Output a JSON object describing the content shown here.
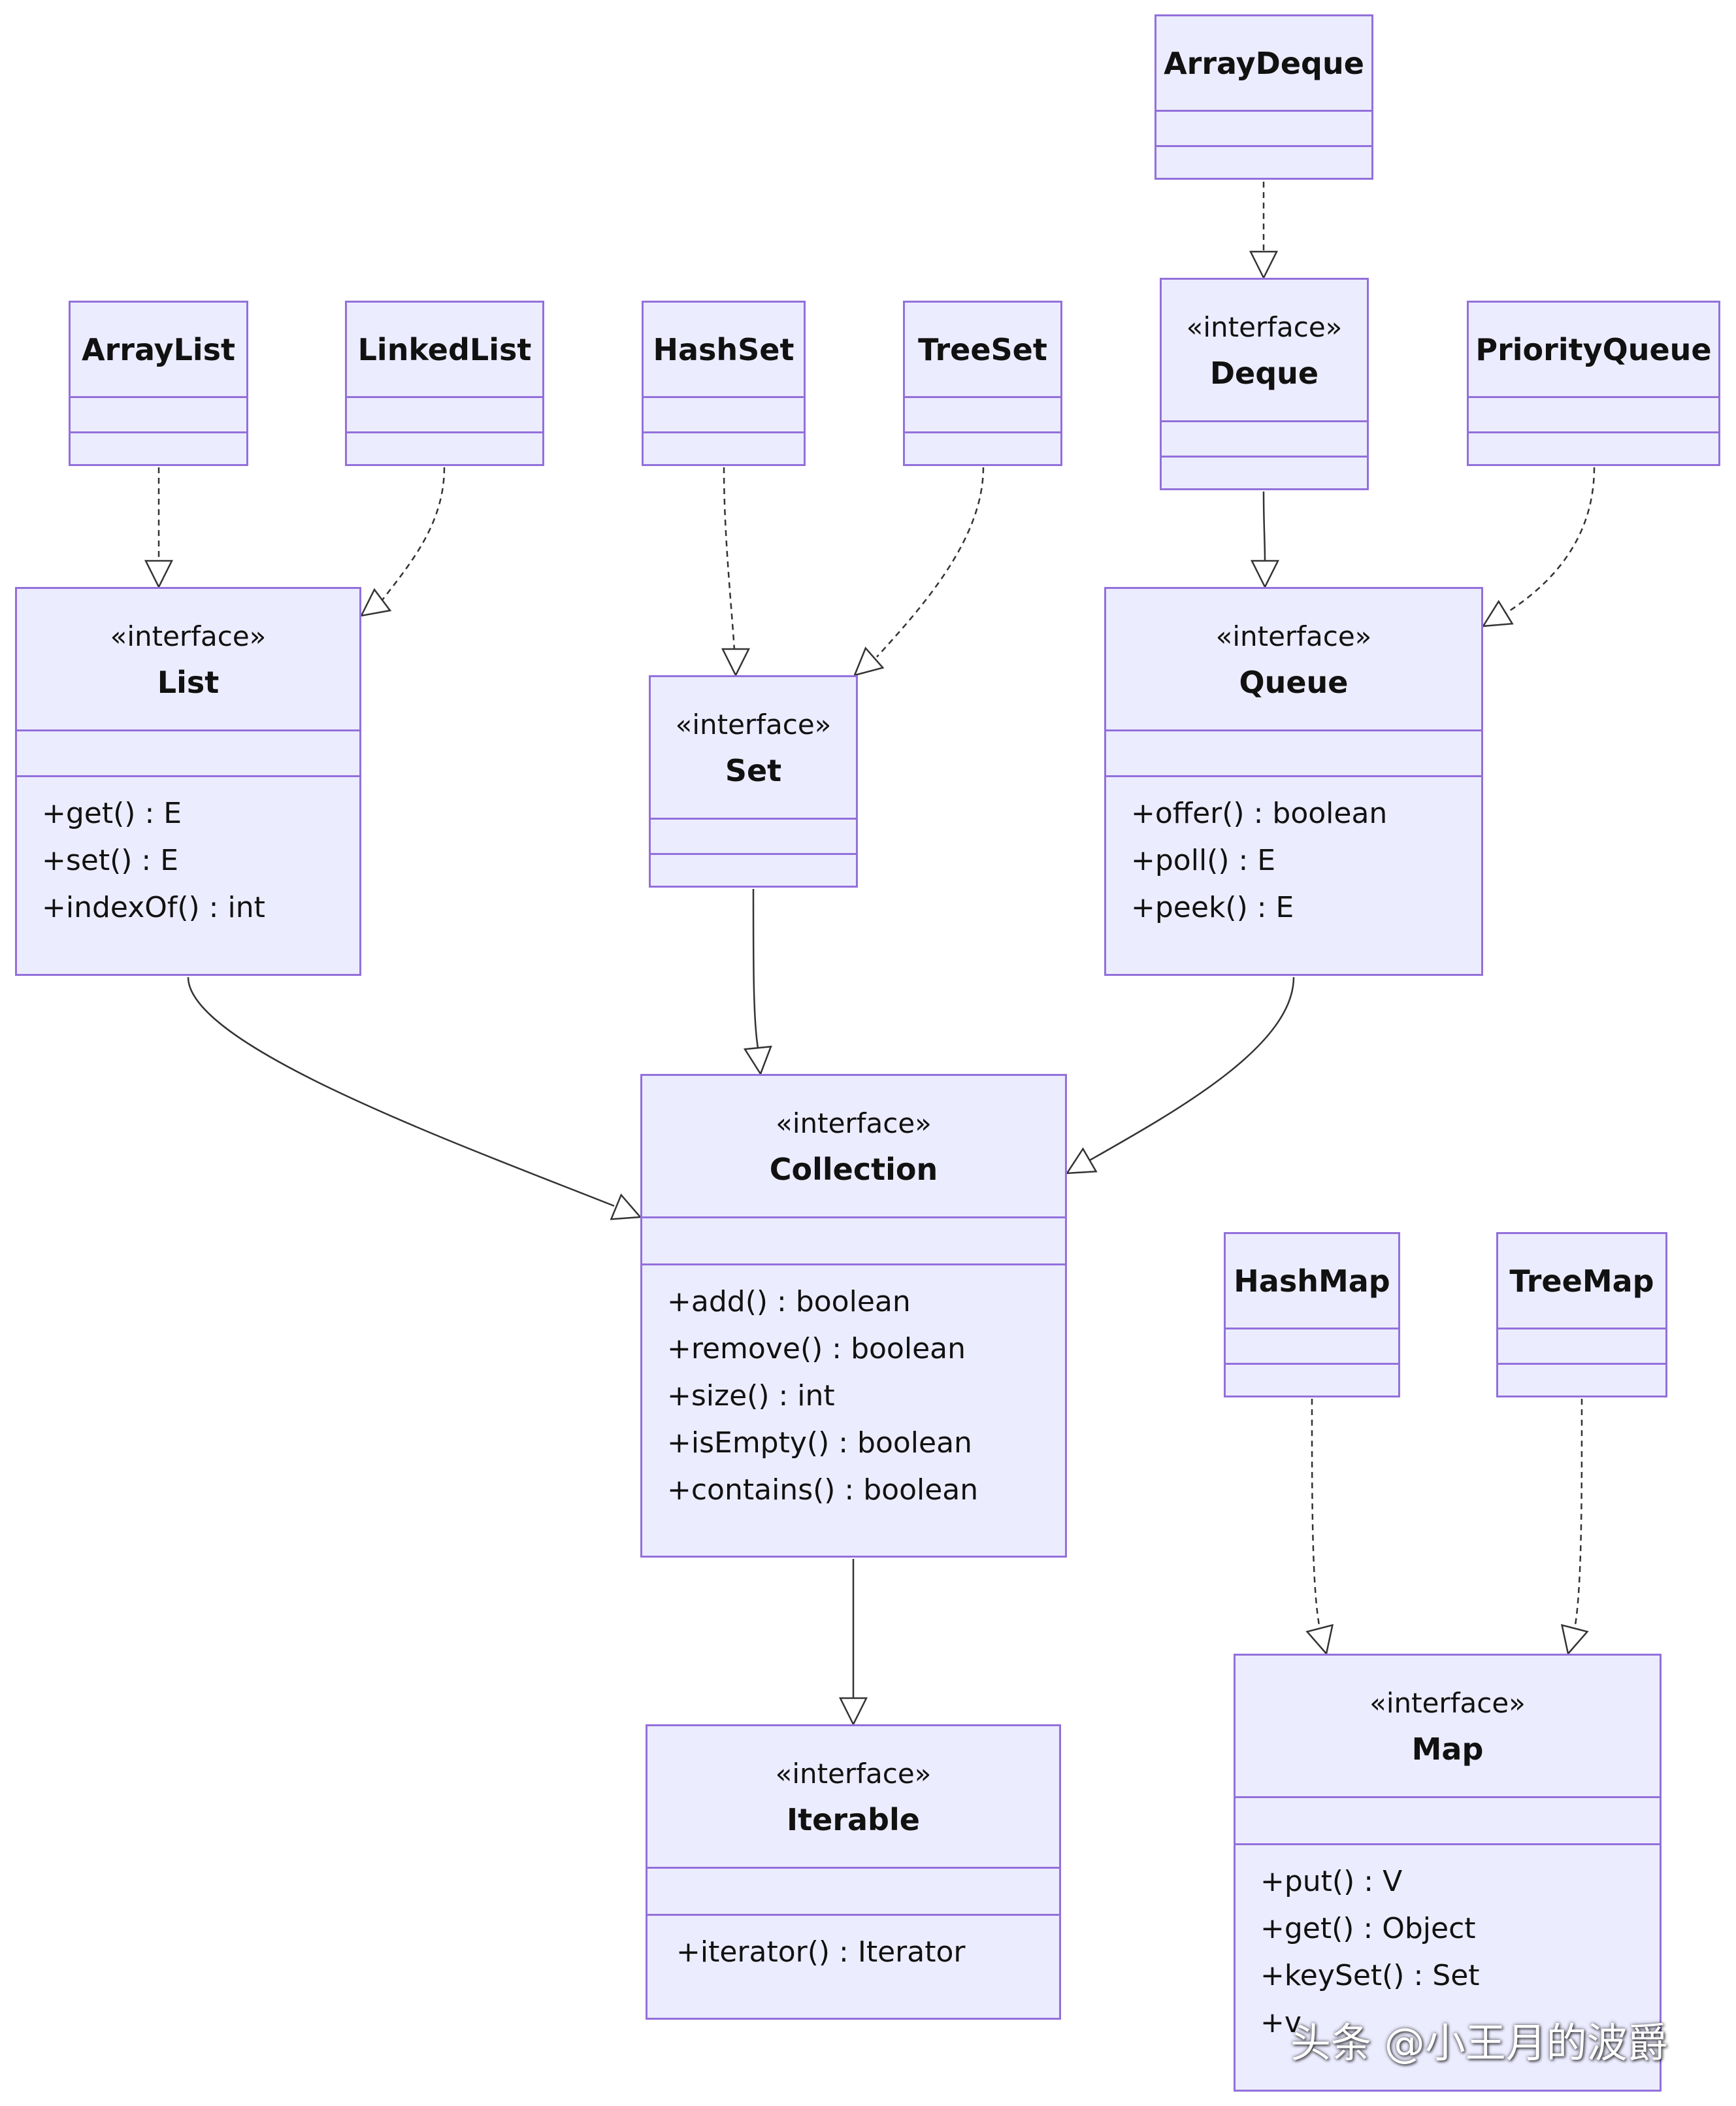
{
  "classes": {
    "arraydeque": {
      "name": "ArrayDeque"
    },
    "arraylist": {
      "name": "ArrayList"
    },
    "linkedlist": {
      "name": "LinkedList"
    },
    "hashset": {
      "name": "HashSet"
    },
    "treeset": {
      "name": "TreeSet"
    },
    "deque": {
      "stereotype": "«interface»",
      "name": "Deque"
    },
    "priorityqueue": {
      "name": "PriorityQueue"
    },
    "list": {
      "stereotype": "«interface»",
      "name": "List",
      "methods": [
        "+get() : E",
        "+set() : E",
        "+indexOf() : int"
      ]
    },
    "set": {
      "stereotype": "«interface»",
      "name": "Set"
    },
    "queue": {
      "stereotype": "«interface»",
      "name": "Queue",
      "methods": [
        "+offer() : boolean",
        "+poll() : E",
        "+peek() : E"
      ]
    },
    "collection": {
      "stereotype": "«interface»",
      "name": "Collection",
      "methods": [
        "+add() : boolean",
        "+remove() : boolean",
        "+size() : int",
        "+isEmpty() : boolean",
        "+contains() : boolean"
      ]
    },
    "hashmap": {
      "name": "HashMap"
    },
    "treemap": {
      "name": "TreeMap"
    },
    "iterable": {
      "stereotype": "«interface»",
      "name": "Iterable",
      "methods": [
        "+iterator() : Iterator"
      ]
    },
    "map": {
      "stereotype": "«interface»",
      "name": "Map",
      "methods": [
        "+put() : V",
        "+get() : Object",
        "+keySet() : Set",
        "+v"
      ]
    }
  },
  "relations": [
    {
      "from": "ArrayDeque",
      "to": "Deque",
      "kind": "realization"
    },
    {
      "from": "ArrayList",
      "to": "List",
      "kind": "realization"
    },
    {
      "from": "LinkedList",
      "to": "List",
      "kind": "realization"
    },
    {
      "from": "HashSet",
      "to": "Set",
      "kind": "realization"
    },
    {
      "from": "TreeSet",
      "to": "Set",
      "kind": "realization"
    },
    {
      "from": "Deque",
      "to": "Queue",
      "kind": "inheritance"
    },
    {
      "from": "PriorityQueue",
      "to": "Queue",
      "kind": "realization"
    },
    {
      "from": "List",
      "to": "Collection",
      "kind": "inheritance"
    },
    {
      "from": "Set",
      "to": "Collection",
      "kind": "inheritance"
    },
    {
      "from": "Queue",
      "to": "Collection",
      "kind": "inheritance"
    },
    {
      "from": "Collection",
      "to": "Iterable",
      "kind": "inheritance"
    },
    {
      "from": "HashMap",
      "to": "Map",
      "kind": "realization"
    },
    {
      "from": "TreeMap",
      "to": "Map",
      "kind": "realization"
    }
  ],
  "colors": {
    "fill": "#ececff",
    "border": "#9370db",
    "line": "#333333"
  },
  "watermark": "头条 @小王月的波爵"
}
